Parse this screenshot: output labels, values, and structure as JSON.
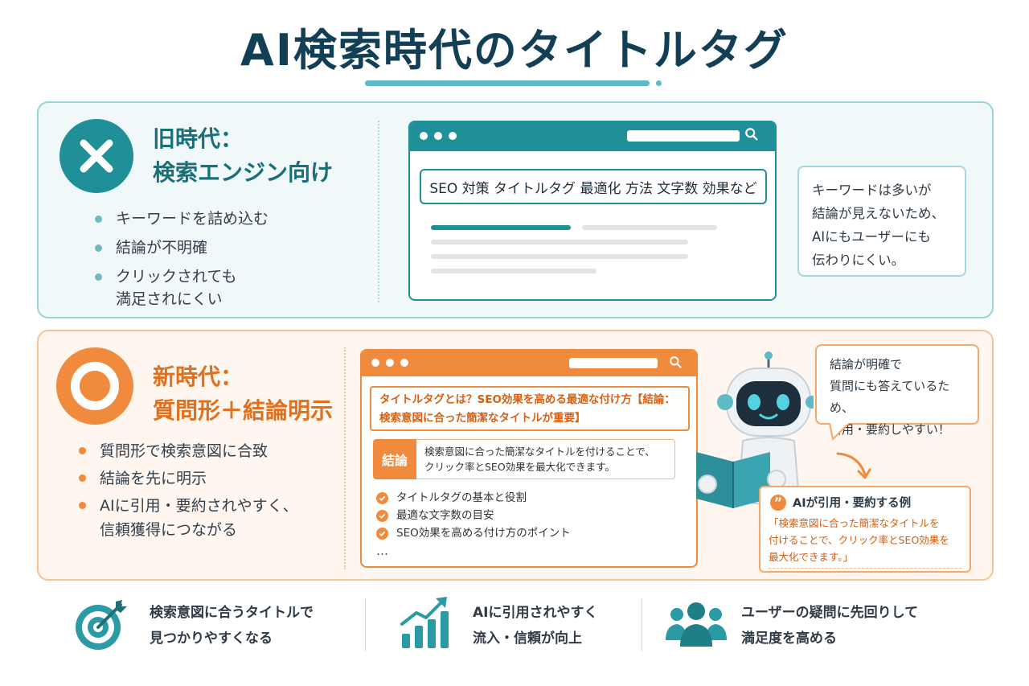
{
  "title": "AI検索時代のタイトルタグ",
  "colors": {
    "teal": "#1f8f98",
    "orange": "#f08a3c",
    "navy": "#123f56"
  },
  "old_era": {
    "icon": "x-icon",
    "title_line1": "旧時代：",
    "title_line2": "検索エンジン向け",
    "bullets": [
      "キーワードを詰め込む",
      "結論が不明確",
      "クリックされても",
      "満足されにくい"
    ],
    "browser_title": "SEO 対策 タイトルタグ 最適化 方法 文字数 効果など",
    "note": [
      "キーワードは多いが",
      "結論が見えないため、",
      "AIにもユーザーにも",
      "伝わりにくい。"
    ]
  },
  "new_era": {
    "icon": "circle-icon",
    "title_line1": "新時代：",
    "title_line2": "質問形＋結論明示",
    "bullets": [
      "質問形で検索意図に合致",
      "結論を先に明示",
      "AIに引用・要約されやすく、",
      "信頼獲得につながる"
    ],
    "browser_title_line1": "タイトルタグとは？SEO効果を高める最適な付け方【結論：",
    "browser_title_line2": "検索意図に合った簡潔なタイトルが重要】",
    "conclusion_label": "結論",
    "conclusion_line1": "検索意図に合った簡潔なタイトルを付けることで、",
    "conclusion_line2": "クリック率とSEO効果を最大化できます。",
    "checklist": [
      "タイトルタグの基本と役割",
      "最適な文字数の目安",
      "SEO効果を高める付け方のポイント"
    ],
    "ellipsis": "…",
    "bubble": [
      "結論が明確で",
      "質問にも答えているため、",
      "引用・要約しやすい！"
    ],
    "example_head": "AIが引用・要約する例",
    "example_quote_mark": "”",
    "example_text": [
      "「検索意図に合った簡潔なタイトルを",
      "付けることで、クリック率とSEO効果を",
      "最大化できます。」"
    ]
  },
  "benefits": [
    {
      "icon": "target-icon",
      "line1": "検索意図に合うタイトルで",
      "line2": "見つかりやすくなる"
    },
    {
      "icon": "growth-chart-icon",
      "line1": "AIに引用されやすく",
      "line2": "流入・信頼が向上"
    },
    {
      "icon": "users-icon",
      "line1": "ユーザーの疑問に先回りして",
      "line2": "満足度を高める"
    }
  ]
}
